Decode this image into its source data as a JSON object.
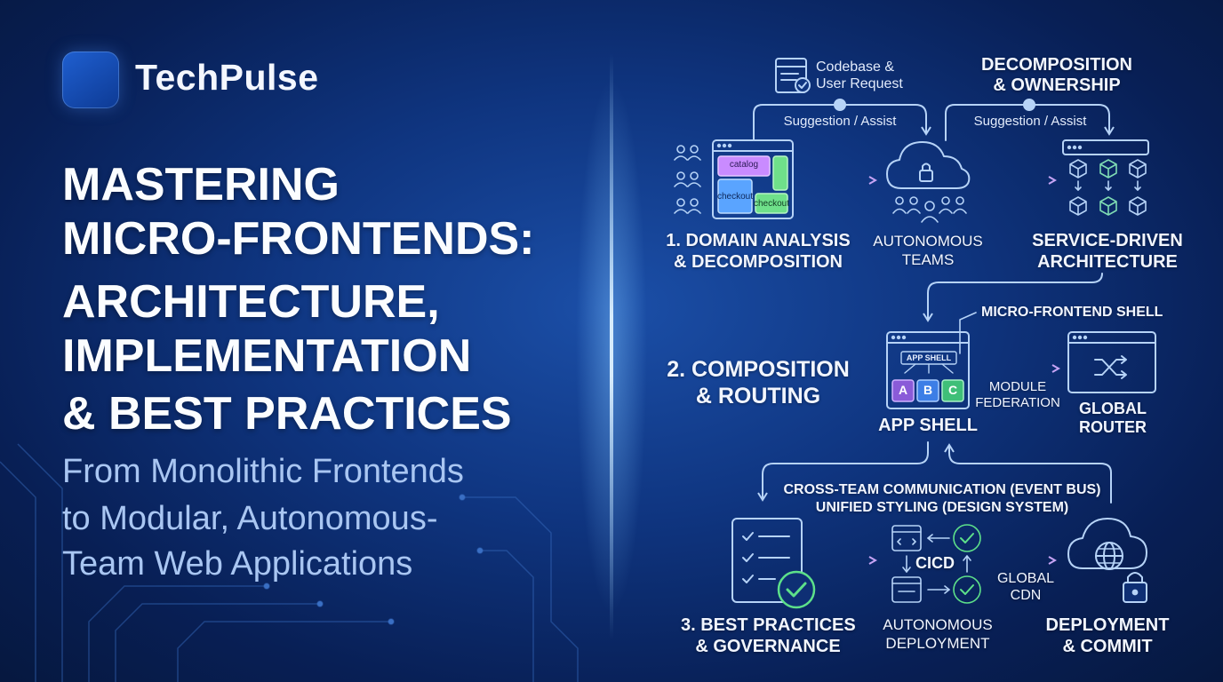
{
  "brand": {
    "name": "TechPulse",
    "logo_icon": "pulse-icon"
  },
  "headline": {
    "lines": [
      "MASTERING",
      "MICRO-FRONTENDS:",
      "ARCHITECTURE,",
      "IMPLEMENTATION",
      "& BEST PRACTICES"
    ]
  },
  "subtitle": {
    "lines": [
      "From Monolithic Frontends",
      "to Modular, Autonomous-",
      "Team Web Applications"
    ]
  },
  "diagram": {
    "top": {
      "codebase_label": [
        "Codebase &",
        "User Request"
      ],
      "decomp_title": [
        "DECOMPOSITION",
        "& OWNERSHIP"
      ],
      "suggestion_1": "Suggestion / Assist",
      "suggestion_2": "Suggestion / Assist",
      "catalog": "catalog",
      "checkout_1": "checkout",
      "checkout_2": "checkout",
      "step1": [
        "1. DOMAIN ANALYSIS",
        "& DECOMPOSITION"
      ],
      "teams": [
        "AUTONOMOUS",
        "TEAMS"
      ],
      "service": [
        "SERVICE-DRIVEN",
        "ARCHITECTURE"
      ]
    },
    "middle": {
      "mfe_shell": "MICRO-FRONTEND SHELL",
      "step2": [
        "2. COMPOSITION",
        "& ROUTING"
      ],
      "app_shell_inner": "APP SHELL",
      "modules": [
        "A",
        "B",
        "C"
      ],
      "module_fed": [
        "MODULE",
        "FEDERATION"
      ],
      "app_shell": "APP SHELL",
      "global_router": [
        "GLOBAL",
        "ROUTER"
      ]
    },
    "bottom": {
      "comm": [
        "CROSS-TEAM COMMUNICATION (EVENT BUS)",
        "UNIFIED STYLING (DESIGN SYSTEM)"
      ],
      "cicd": "CICD",
      "global_cdn": [
        "GLOBAL",
        "CDN"
      ],
      "step3": [
        "3. BEST PRACTICES",
        "& GOVERNANCE"
      ],
      "auto_deploy": [
        "AUTONOMOUS",
        "DEPLOYMENT"
      ],
      "deploy_commit": [
        "DEPLOYMENT",
        "& COMMIT"
      ]
    }
  },
  "colors": {
    "accent": "#5fd8ff",
    "green": "#5de08a",
    "purple": "#c98bff",
    "pink": "#e07be0",
    "line": "#a9c8f5"
  }
}
